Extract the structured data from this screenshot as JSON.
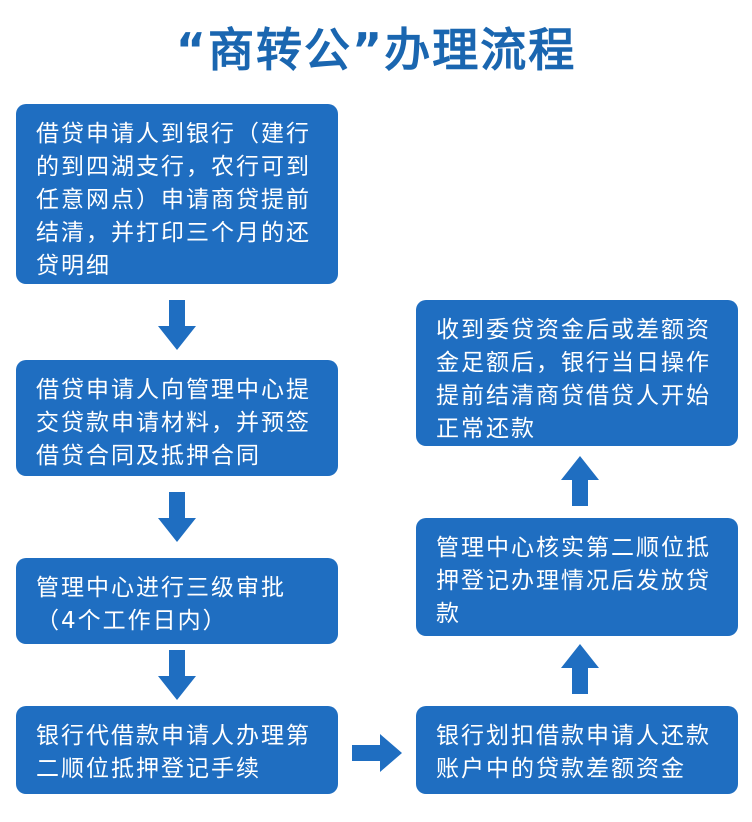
{
  "title": "“商转公”办理流程",
  "colors": {
    "title": "#1a66b0",
    "box": "#1f6ec1",
    "arrow": "#1f6ec1"
  },
  "steps": {
    "step1": "借贷申请人到银行（建行的到四湖支行，农行可到任意网点）申请商贷提前结清，并打印三个月的还贷明细",
    "step2": "借贷申请人向管理中心提交贷款申请材料，并预签借贷合同及抵押合同",
    "step3": "管理中心进行三级审批（4个工作日内）",
    "step4": "银行代借款申请人办理第二顺位抵押登记手续",
    "step5": "银行划扣借款申请人还款账户中的贷款差额资金",
    "step6": "管理中心核实第二顺位抵押登记办理情况后发放贷款",
    "step7": "收到委贷资金后或差额资金足额后，银行当日操作提前结清商贷借贷人开始正常还款"
  },
  "arrows": [
    "arrow-down",
    "arrow-down",
    "arrow-down",
    "arrow-right",
    "arrow-up",
    "arrow-up"
  ]
}
